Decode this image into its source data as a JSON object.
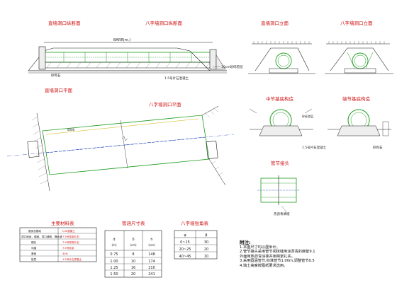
{
  "titles": {
    "straight_long": "直墙洞口纵断面",
    "eight_long": "八字墙洞口纵断面",
    "straight_elev": "直墙洞口立面",
    "eight_elev": "八字墙洞口立面",
    "straight_plan": "直墙洞口平面",
    "eight_plan": "八字墙洞口平面",
    "mid_base": "中节基底构造",
    "end_base": "端节基底构造",
    "joint": "管节接头",
    "materials": "主要材料表",
    "pipe_dims": "管涵尺寸表",
    "wing_angle": "八字墙张角表"
  },
  "labels": {
    "top_dim": "BARR(m.)",
    "gravel_long": "砂砾石",
    "concrete_long": "1.5号片石混凝土",
    "foundation_pad": "10cm砂砾垫层",
    "base_ref": "砂砾垫层",
    "mid_concrete": "1.5号片石混凝土",
    "end_gravel": "砂砾石",
    "joint_note": "热沥青填缝",
    "plan_dim": "6000"
  },
  "materials_table": {
    "rows": [
      [
        "管身及基础",
        "C30混凝土"
      ],
      [
        "洞口墙身、帽墙、洞口铺砌、隔水墙",
        "7.5号浆砌片石"
      ],
      [
        "帽石",
        "7.5号浆砌片石"
      ],
      [
        "勾缝",
        "7.5号砂浆"
      ],
      [
        "基础",
        "30#"
      ],
      [
        "垫层",
        "1.5号片石混凝土"
      ]
    ]
  },
  "dims_table": {
    "headers": [
      "d\n(m)",
      "δ\n(cm)",
      "h\n(cm)"
    ],
    "header_d": "d",
    "header_d_unit": "(m)",
    "header_t": "δ",
    "header_t_unit": "(cm)",
    "header_h": "h",
    "header_h_unit": "(cm)",
    "rows": [
      [
        "0.75",
        "8",
        "148"
      ],
      [
        "1.00",
        "10",
        "174"
      ],
      [
        "1.25",
        "16",
        "210"
      ],
      [
        "1.50",
        "20",
        "241"
      ]
    ]
  },
  "wing_table": {
    "header_phi": "φ",
    "header_b": "β",
    "rows": [
      [
        "0~15",
        "30"
      ],
      [
        "20~25",
        "20"
      ],
      [
        "40~45",
        "10"
      ]
    ]
  },
  "notes": {
    "head": "附注:",
    "lines": [
      "1.本图尺寸均以厘米计。",
      "2.管节接头采用管节间抹缝用涂沥青的麻絮9.1",
      "   外面用热沥青涂抹并用棉絮扎实。",
      "3.采用圆涵管节,标准管节1.00m,调整管节0.5",
      "4.填土高度按图纸要求选用。"
    ]
  },
  "colors": {
    "line": "#1a1a1a",
    "green": "#1f9c1f",
    "yellow": "#c9b400",
    "red": "#d01010",
    "blue": "#1a3fb0"
  }
}
